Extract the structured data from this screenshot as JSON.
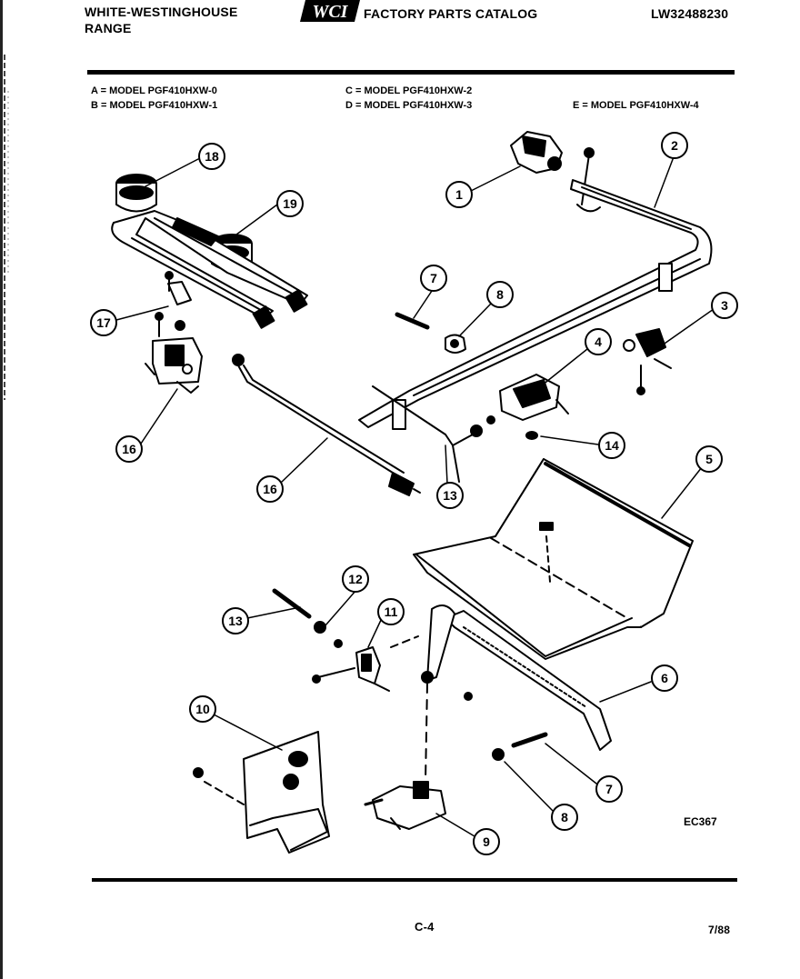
{
  "header": {
    "brand_line1": "WHITE-WESTINGHOUSE",
    "brand_line2": "RANGE",
    "logo_text": "WCI",
    "catalog_title": "FACTORY PARTS CATALOG",
    "catalog_code": "LW32488230"
  },
  "models": {
    "a": "A = MODEL PGF410HXW-0",
    "b": "B = MODEL PGF410HXW-1",
    "c": "C = MODEL PGF410HXW-2",
    "d": "D = MODEL PGF410HXW-3",
    "e": "E = MODEL PGF410HXW-4"
  },
  "callouts": [
    {
      "id": "c1",
      "label": "1"
    },
    {
      "id": "c2",
      "label": "2"
    },
    {
      "id": "c3",
      "label": "3"
    },
    {
      "id": "c4",
      "label": "4"
    },
    {
      "id": "c5",
      "label": "5"
    },
    {
      "id": "c6",
      "label": "6"
    },
    {
      "id": "c7a",
      "label": "7"
    },
    {
      "id": "c7b",
      "label": "7"
    },
    {
      "id": "c8a",
      "label": "8"
    },
    {
      "id": "c8b",
      "label": "8"
    },
    {
      "id": "c9",
      "label": "9"
    },
    {
      "id": "c10",
      "label": "10"
    },
    {
      "id": "c11",
      "label": "11"
    },
    {
      "id": "c12",
      "label": "12"
    },
    {
      "id": "c13a",
      "label": "13"
    },
    {
      "id": "c13b",
      "label": "13"
    },
    {
      "id": "c14",
      "label": "14"
    },
    {
      "id": "c16a",
      "label": "16"
    },
    {
      "id": "c16b",
      "label": "16"
    },
    {
      "id": "c17",
      "label": "17"
    },
    {
      "id": "c18",
      "label": "18"
    },
    {
      "id": "c19",
      "label": "19"
    }
  ],
  "diagram_code": "EC367",
  "footer": {
    "page": "C-4",
    "date": "7/88"
  }
}
